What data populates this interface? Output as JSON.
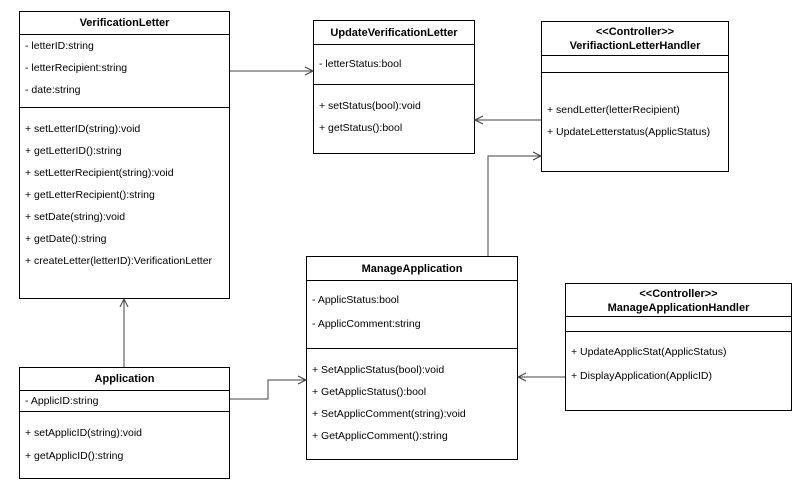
{
  "classes": {
    "verification_letter": {
      "name": "VerificationLetter",
      "attributes": [
        "- letterID:string",
        "- letterRecipient:string",
        "- date:string"
      ],
      "methods": [
        "+ setLetterID(string):void",
        "+ getLetterID():string",
        "+ setLetterRecipient(string):void",
        "+ getLetterRecipient():string",
        "+ setDate(string):void",
        "+ getDate():string",
        "+ createLetter(letterID):VerificationLetter"
      ]
    },
    "update_verification_letter": {
      "name": "UpdateVerificationLetter",
      "attributes": [
        "- letterStatus:bool"
      ],
      "methods": [
        "+ setStatus(bool):void",
        "+ getStatus():bool"
      ]
    },
    "verification_letter_handler": {
      "stereotype": "<<Controller>>",
      "name": "VerifiactionLetterHandler",
      "attributes": [],
      "methods": [
        "+ sendLetter(letterRecipient)",
        "+ UpdateLetterstatus(ApplicStatus)"
      ]
    },
    "manage_application": {
      "name": "ManageApplication",
      "attributes": [
        "- ApplicStatus:bool",
        "- ApplicComment:string"
      ],
      "methods": [
        "+ SetApplicStatus(bool):void",
        "+ GetApplicStatus():bool",
        "+ SetApplicComment(string):void",
        "+ GetApplicComment():string"
      ]
    },
    "manage_application_handler": {
      "stereotype": "<<Controller>>",
      "name": "ManageApplicationHandler",
      "attributes": [],
      "methods": [
        "+ UpdateApplicStat(ApplicStatus)",
        "+ DisplayApplication(ApplicID)"
      ]
    },
    "application": {
      "name": "Application",
      "attributes": [
        "- ApplicID:string"
      ],
      "methods": [
        "+ setApplicID(string):void",
        "+ getApplicID():string"
      ]
    }
  },
  "colors": {
    "line": "#404040",
    "border": "#000000"
  }
}
